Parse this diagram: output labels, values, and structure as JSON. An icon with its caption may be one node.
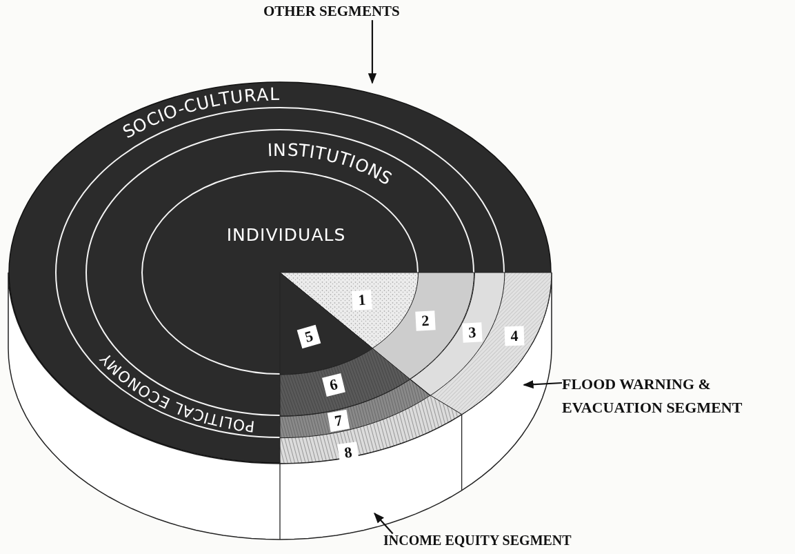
{
  "diagram": {
    "nodes": [
      {
        "text": [
          "SOCIO-CULTURAL"
        ]
      },
      {
        "text": [
          "POLITICAL ECONOMY"
        ],
        "in": 0
      },
      {
        "text": [
          "INSTITUTIONS"
        ],
        "in": 1
      },
      {
        "text": [
          "INDIVIDUALS"
        ],
        "in": 2
      },
      {
        "text": [
          "1"
        ],
        "in": 3
      },
      {
        "text": [
          "2"
        ],
        "in": 2
      },
      {
        "text": [
          "3"
        ],
        "in": 1
      },
      {
        "text": [
          "4"
        ],
        "in": 0
      },
      {
        "text": [
          "5"
        ],
        "in": 3
      },
      {
        "text": [
          "6"
        ],
        "in": 2
      },
      {
        "text": [
          "7"
        ],
        "in": 1
      },
      {
        "text": [
          "8"
        ],
        "in": 0
      },
      {
        "text": [
          "OTHER SEGMENTS"
        ]
      },
      {
        "text": [
          "FLOOD WARNING & EVACUATION SEGMENT"
        ]
      },
      {
        "text": [
          "INCOME EQUITY SEGMENT"
        ]
      },
      {
        "text": [],
        "shape": "cylinder"
      }
    ],
    "edges": [
      {
        "from": 12,
        "to": 0,
        "arrow": "to"
      },
      {
        "from": 13,
        "to": 15,
        "arrow": "to"
      },
      {
        "from": 14,
        "to": 15,
        "arrow": "to"
      }
    ]
  }
}
